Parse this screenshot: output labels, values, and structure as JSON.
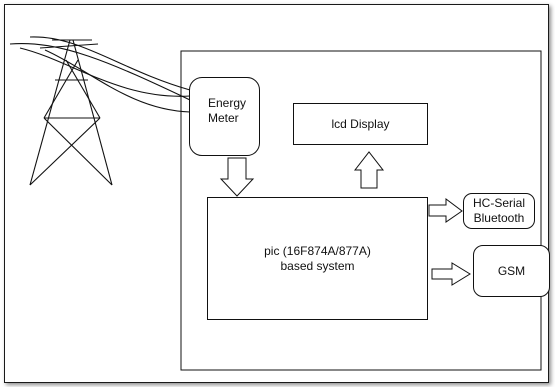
{
  "blocks": {
    "energy_meter": "Energy\nMeter",
    "lcd_display": "lcd Display",
    "pic_system": "pic (16F874A/877A)\nbased system",
    "bluetooth": "HC-Serial\nBluetooth",
    "gsm": "GSM"
  },
  "icons": {
    "tower": "transmission-tower-icon"
  }
}
